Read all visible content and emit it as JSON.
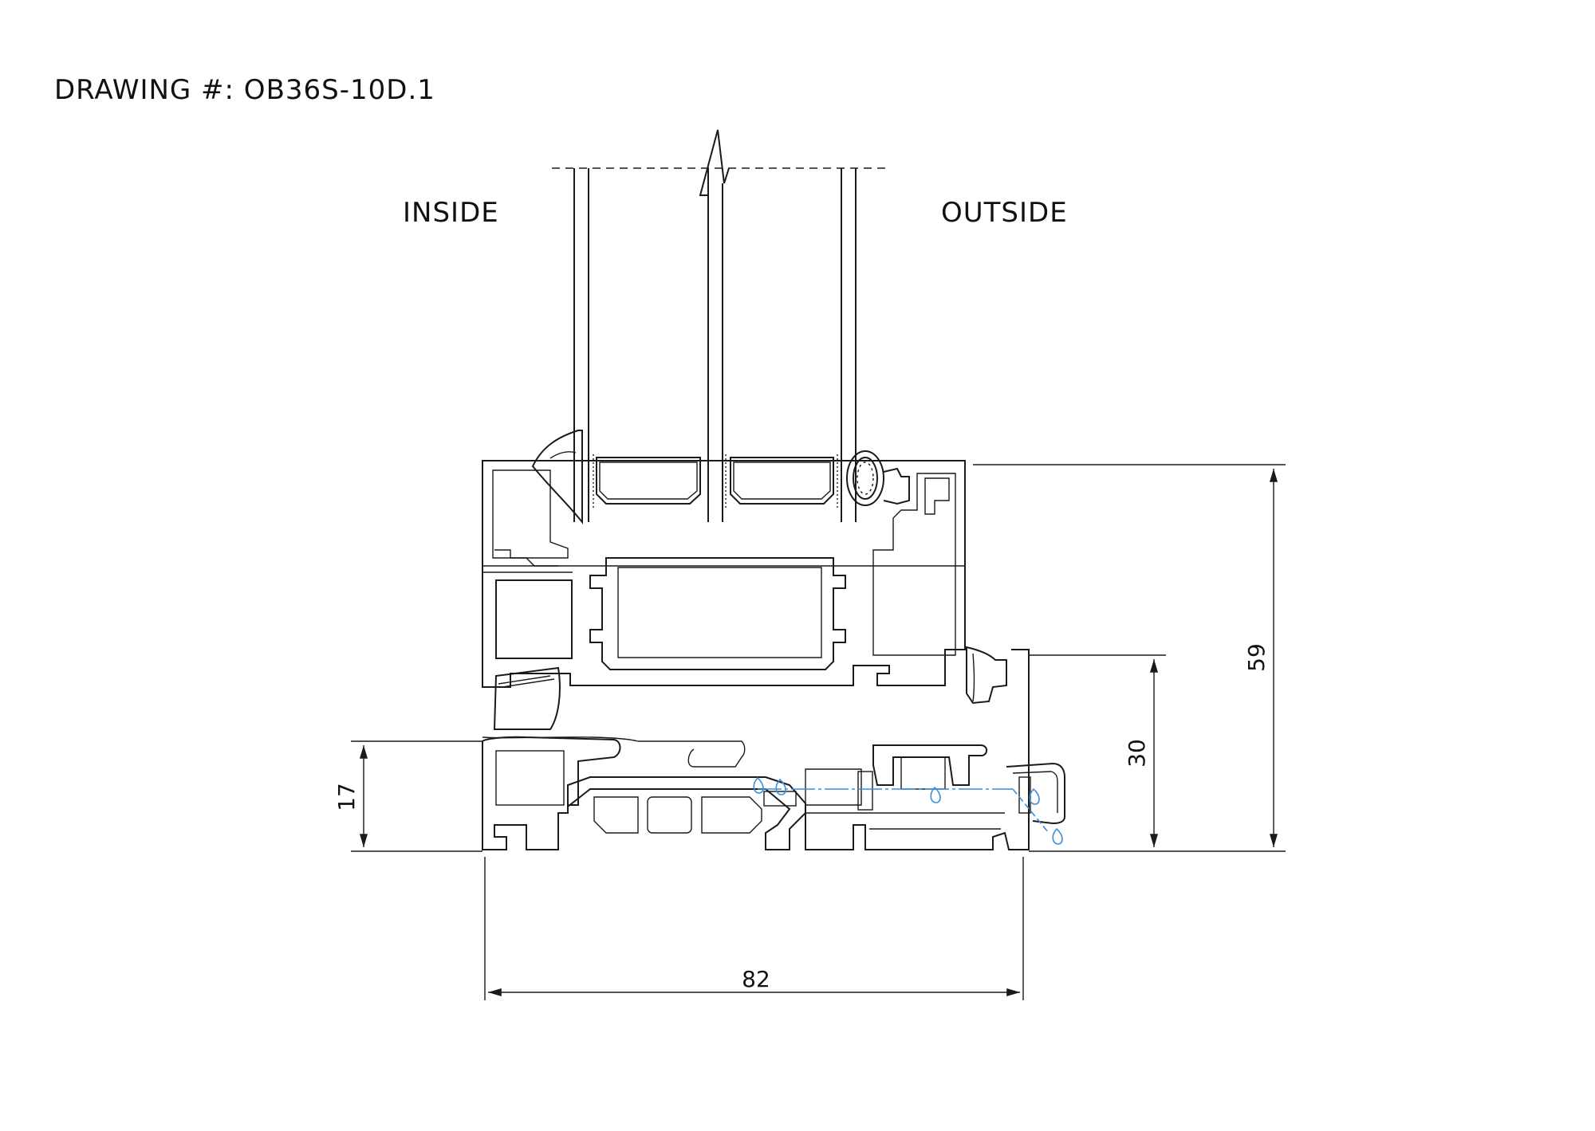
{
  "drawing": {
    "title": "DRAWING #: OB36S-10D.1",
    "labels": {
      "inside": "INSIDE",
      "outside": "OUTSIDE"
    },
    "dimensions": {
      "width": "82",
      "total_height": "59",
      "sash_height": "30",
      "frame_height": "17"
    }
  }
}
